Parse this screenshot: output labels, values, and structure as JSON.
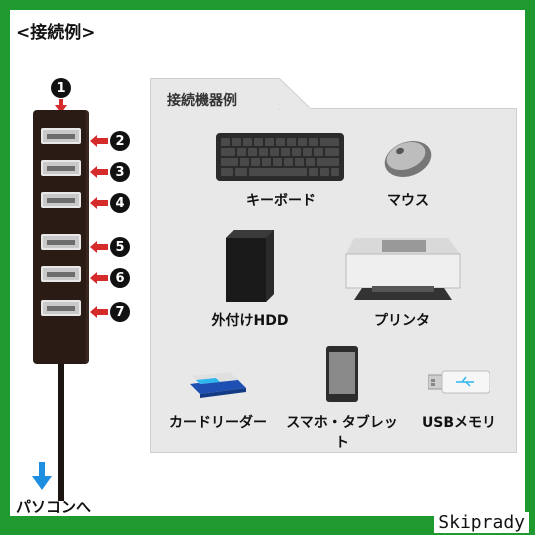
{
  "title": "<接続例>",
  "pc_label": "パソコンへ",
  "port_numbers": [
    "1",
    "2",
    "3",
    "4",
    "5",
    "6",
    "7"
  ],
  "panel_title": "接続機器例",
  "devices": {
    "keyboard": "キーボード",
    "mouse": "マウス",
    "hdd": "外付けHDD",
    "printer": "プリンタ",
    "card_reader": "カードリーダー",
    "smartphone": "スマホ・タブレット",
    "usb_memory": "USBメモリ"
  },
  "watermark": "Skiprady",
  "colors": {
    "border": "#1f9a2e",
    "arrow_red": "#d52b2b",
    "arrow_blue": "#1e8fe0",
    "hub_body": "#2a1b14"
  }
}
